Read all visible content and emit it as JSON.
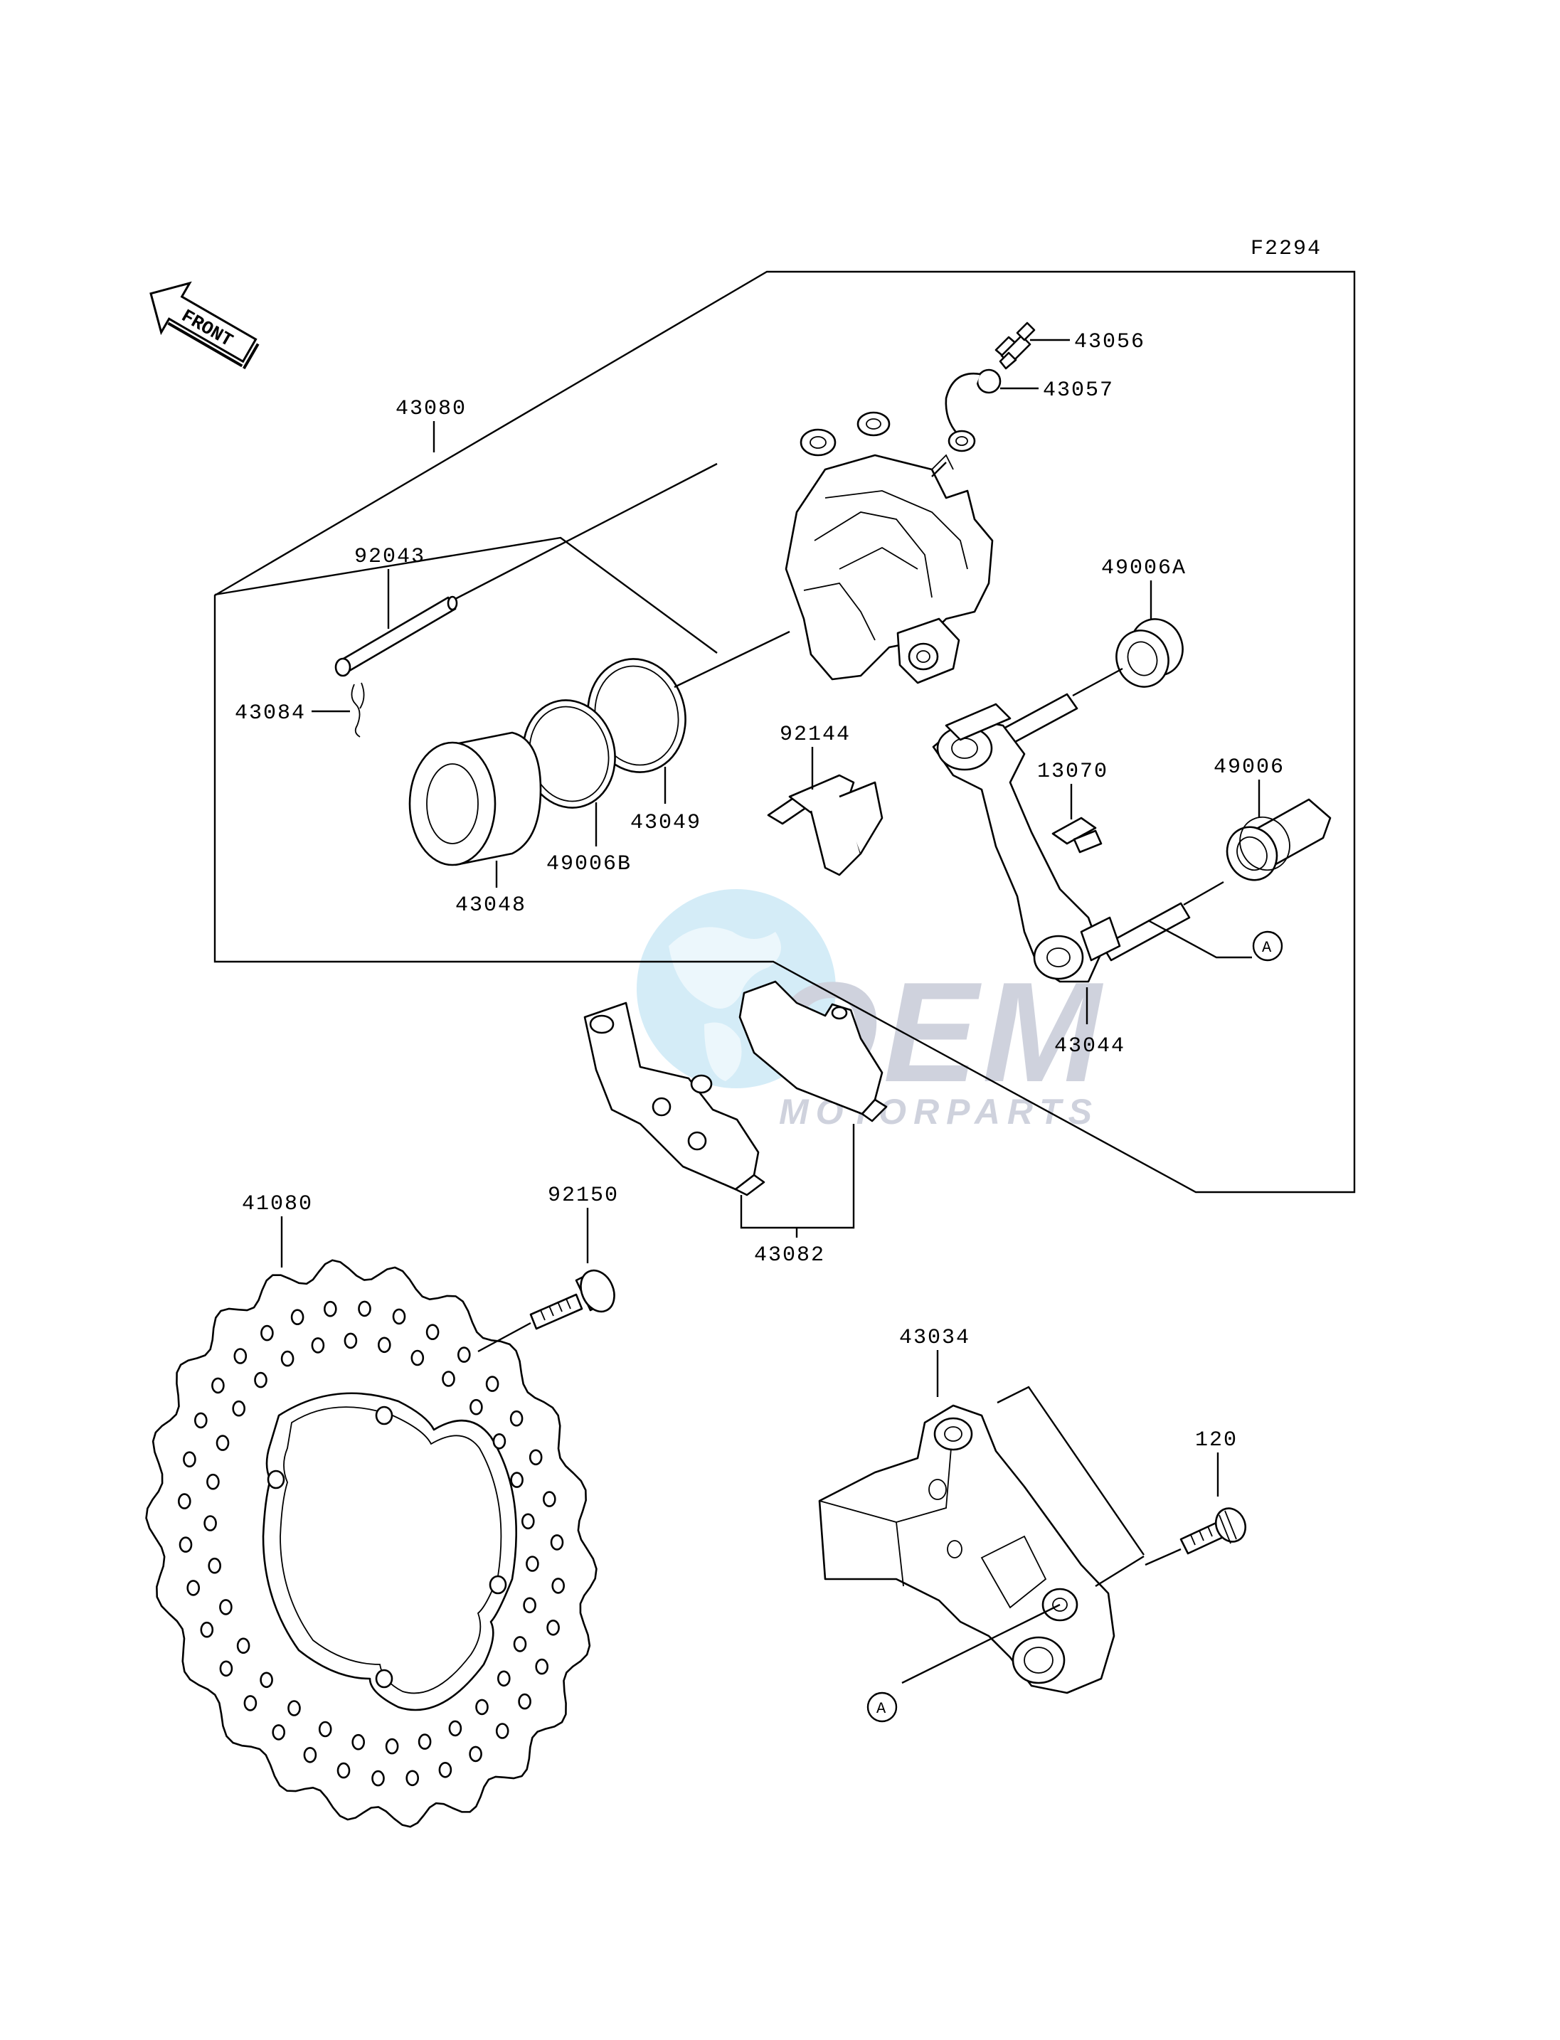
{
  "diagram_code": "F2294",
  "direction_label": "FRONT",
  "watermark": {
    "brand": "OEM",
    "sub": "MOTORPARTS",
    "colors": {
      "globe": "#bfe3f4",
      "letters": "#c8ccd8",
      "sub": "#c8ccd8"
    }
  },
  "ref_marker": "A",
  "part_labels": {
    "p43080": "43080",
    "p43056": "43056",
    "p43057": "43057",
    "p92043": "92043",
    "p43084": "43084",
    "p43049": "43049",
    "p49006B": "49006B",
    "p43048": "43048",
    "p92144": "92144",
    "p49006A": "49006A",
    "p13070": "13070",
    "p49006": "49006",
    "p43044": "43044",
    "p43082": "43082",
    "p41080": "41080",
    "p92150": "92150",
    "p43034": "43034",
    "p120": "120"
  }
}
